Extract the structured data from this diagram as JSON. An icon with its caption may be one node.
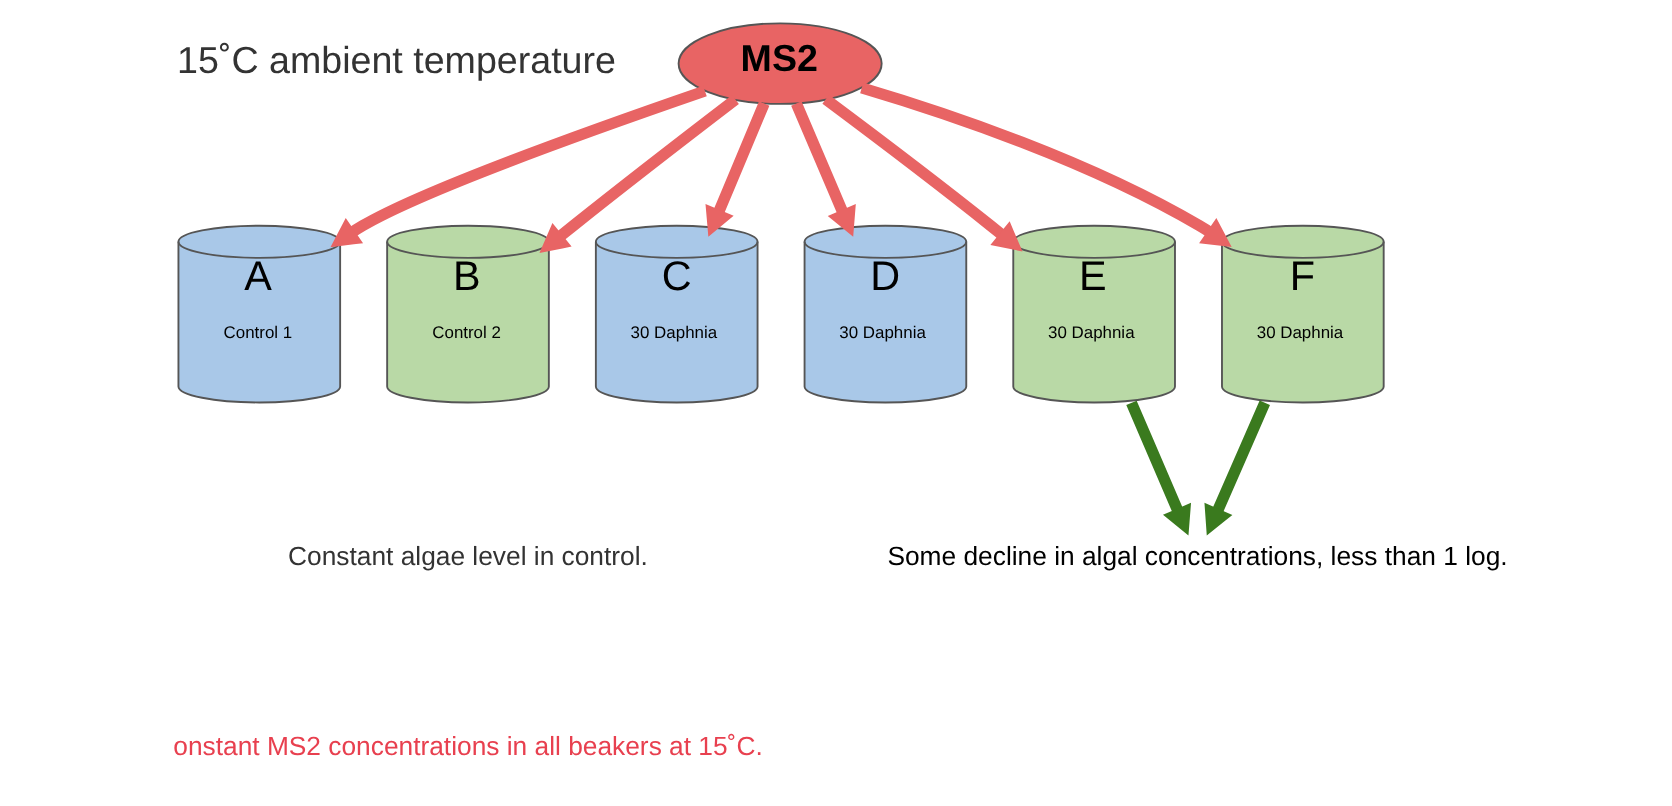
{
  "diagram": {
    "nodes": [
      {
        "text": [
          "MS2"
        ]
      },
      {
        "text": [
          "A",
          "Control 1"
        ]
      },
      {
        "text": [
          "B",
          "Control 2"
        ]
      },
      {
        "text": [
          "C",
          "30 Daphnia"
        ]
      },
      {
        "text": [
          "D",
          "30 Daphnia"
        ]
      },
      {
        "text": [
          "E",
          "30 Daphnia"
        ]
      },
      {
        "text": [
          "F",
          "30 Daphnia"
        ]
      },
      {
        "text": [
          "Some decline in algal concentrations, less than 1 log."
        ]
      }
    ],
    "edges": [
      {
        "from": 0,
        "to": 1,
        "arrow": "to"
      },
      {
        "from": 0,
        "to": 2,
        "arrow": "to"
      },
      {
        "from": 0,
        "to": 3,
        "arrow": "to"
      },
      {
        "from": 0,
        "to": 4,
        "arrow": "to"
      },
      {
        "from": 0,
        "to": 5,
        "arrow": "to"
      },
      {
        "from": 0,
        "to": 6,
        "arrow": "to"
      },
      {
        "from": 5,
        "to": 7,
        "arrow": "to",
        "color": "#3a7a1e"
      },
      {
        "from": 6,
        "to": 7,
        "arrow": "to",
        "color": "#3a7a1e"
      }
    ],
    "labels": [
      "15˚C ambient temperature",
      "Constant algae level in control.",
      "onstant MS2 concentrations in all beakers at 15˚C."
    ]
  }
}
